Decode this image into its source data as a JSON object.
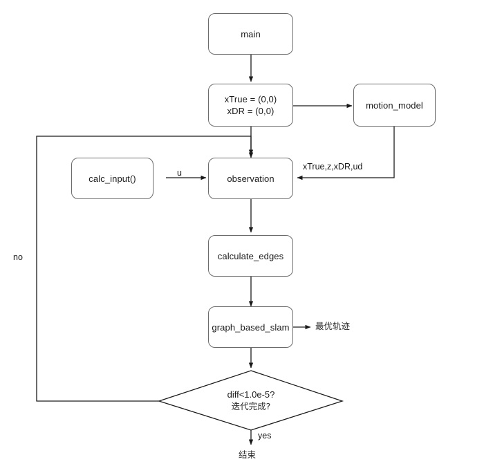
{
  "diagram": {
    "title": "graph_based_slam flowchart",
    "stroke_color": "#6b6b6b",
    "wire_color": "#1a1a1a",
    "background": "#ffffff"
  },
  "nodes": {
    "main": {
      "label": "main"
    },
    "init": {
      "line1": "xTrue = (0,0)",
      "line2": "xDR = (0,0)"
    },
    "motion_model": {
      "label": "motion_model"
    },
    "calc_input": {
      "label": "calc_input()"
    },
    "observation": {
      "label": "observation"
    },
    "calculate_edges": {
      "label": "calculate_edges"
    },
    "graph_based_slam": {
      "label": "graph_based_slam"
    },
    "decision": {
      "line1": "diff<1.0e-5?",
      "line2": "迭代完成?"
    }
  },
  "edge_labels": {
    "u": "u",
    "observation_inputs": "xTrue,z,xDR,ud",
    "optimal_trajectory": "最优轨迹",
    "loop_back_no": "no",
    "exit_yes": "yes"
  },
  "terminals": {
    "end": "结束"
  }
}
